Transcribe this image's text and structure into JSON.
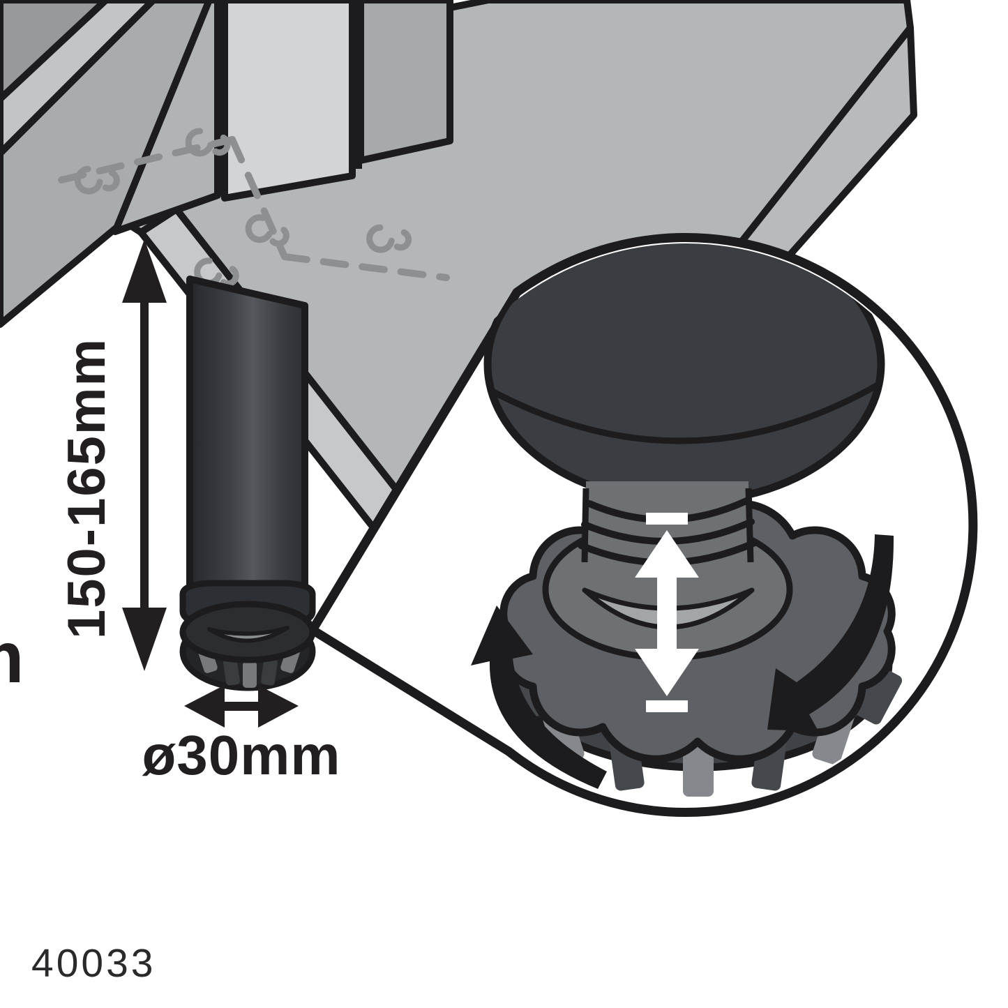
{
  "document": {
    "type": "furniture-assembly-instruction-diagram",
    "background": "#ffffff",
    "description": "Isometric line illustration of a cabinet corner with an adjustable leg; a magnifier bubble shows the threaded adjustment knob being rotated to change height."
  },
  "labels": {
    "height_range": "150-165mm",
    "diameter": "ø30mm",
    "partial_left_text": "m"
  },
  "part_number": "40033",
  "colors": {
    "outline": "#1c1c1e",
    "slab_top": "#b4b7ba",
    "slab_side_left": "#c6c8cb",
    "slab_side_right": "#b8babd",
    "panel_dark": "#97999c",
    "panel_light_band": "#c2c4c7",
    "panel_medium": "#a9acaf",
    "post_left": "#b1b4b7",
    "post_front": "#d2d4d6",
    "right_panel": "#a7aaad",
    "leg_dark": "#33363a",
    "knob_top": "#5d6064",
    "knob_wall": "#3f4246",
    "facet_light": "#85888c",
    "facet_dark": "#45484c",
    "recess": "#6e7174",
    "recess_highlight": "#a3a6a9",
    "dashed_line": "#8d9093",
    "label_text": "#231f20",
    "arrow_white": "#ffffff"
  },
  "icons": [
    "clip-fastener-icon",
    "dimension-arrow-vertical-icon",
    "dimension-arrow-horizontal-icon",
    "up-down-arrow-icon",
    "rotate-ccw-arrow-icon",
    "rotate-cw-arrow-icon",
    "magnifier-bubble"
  ]
}
